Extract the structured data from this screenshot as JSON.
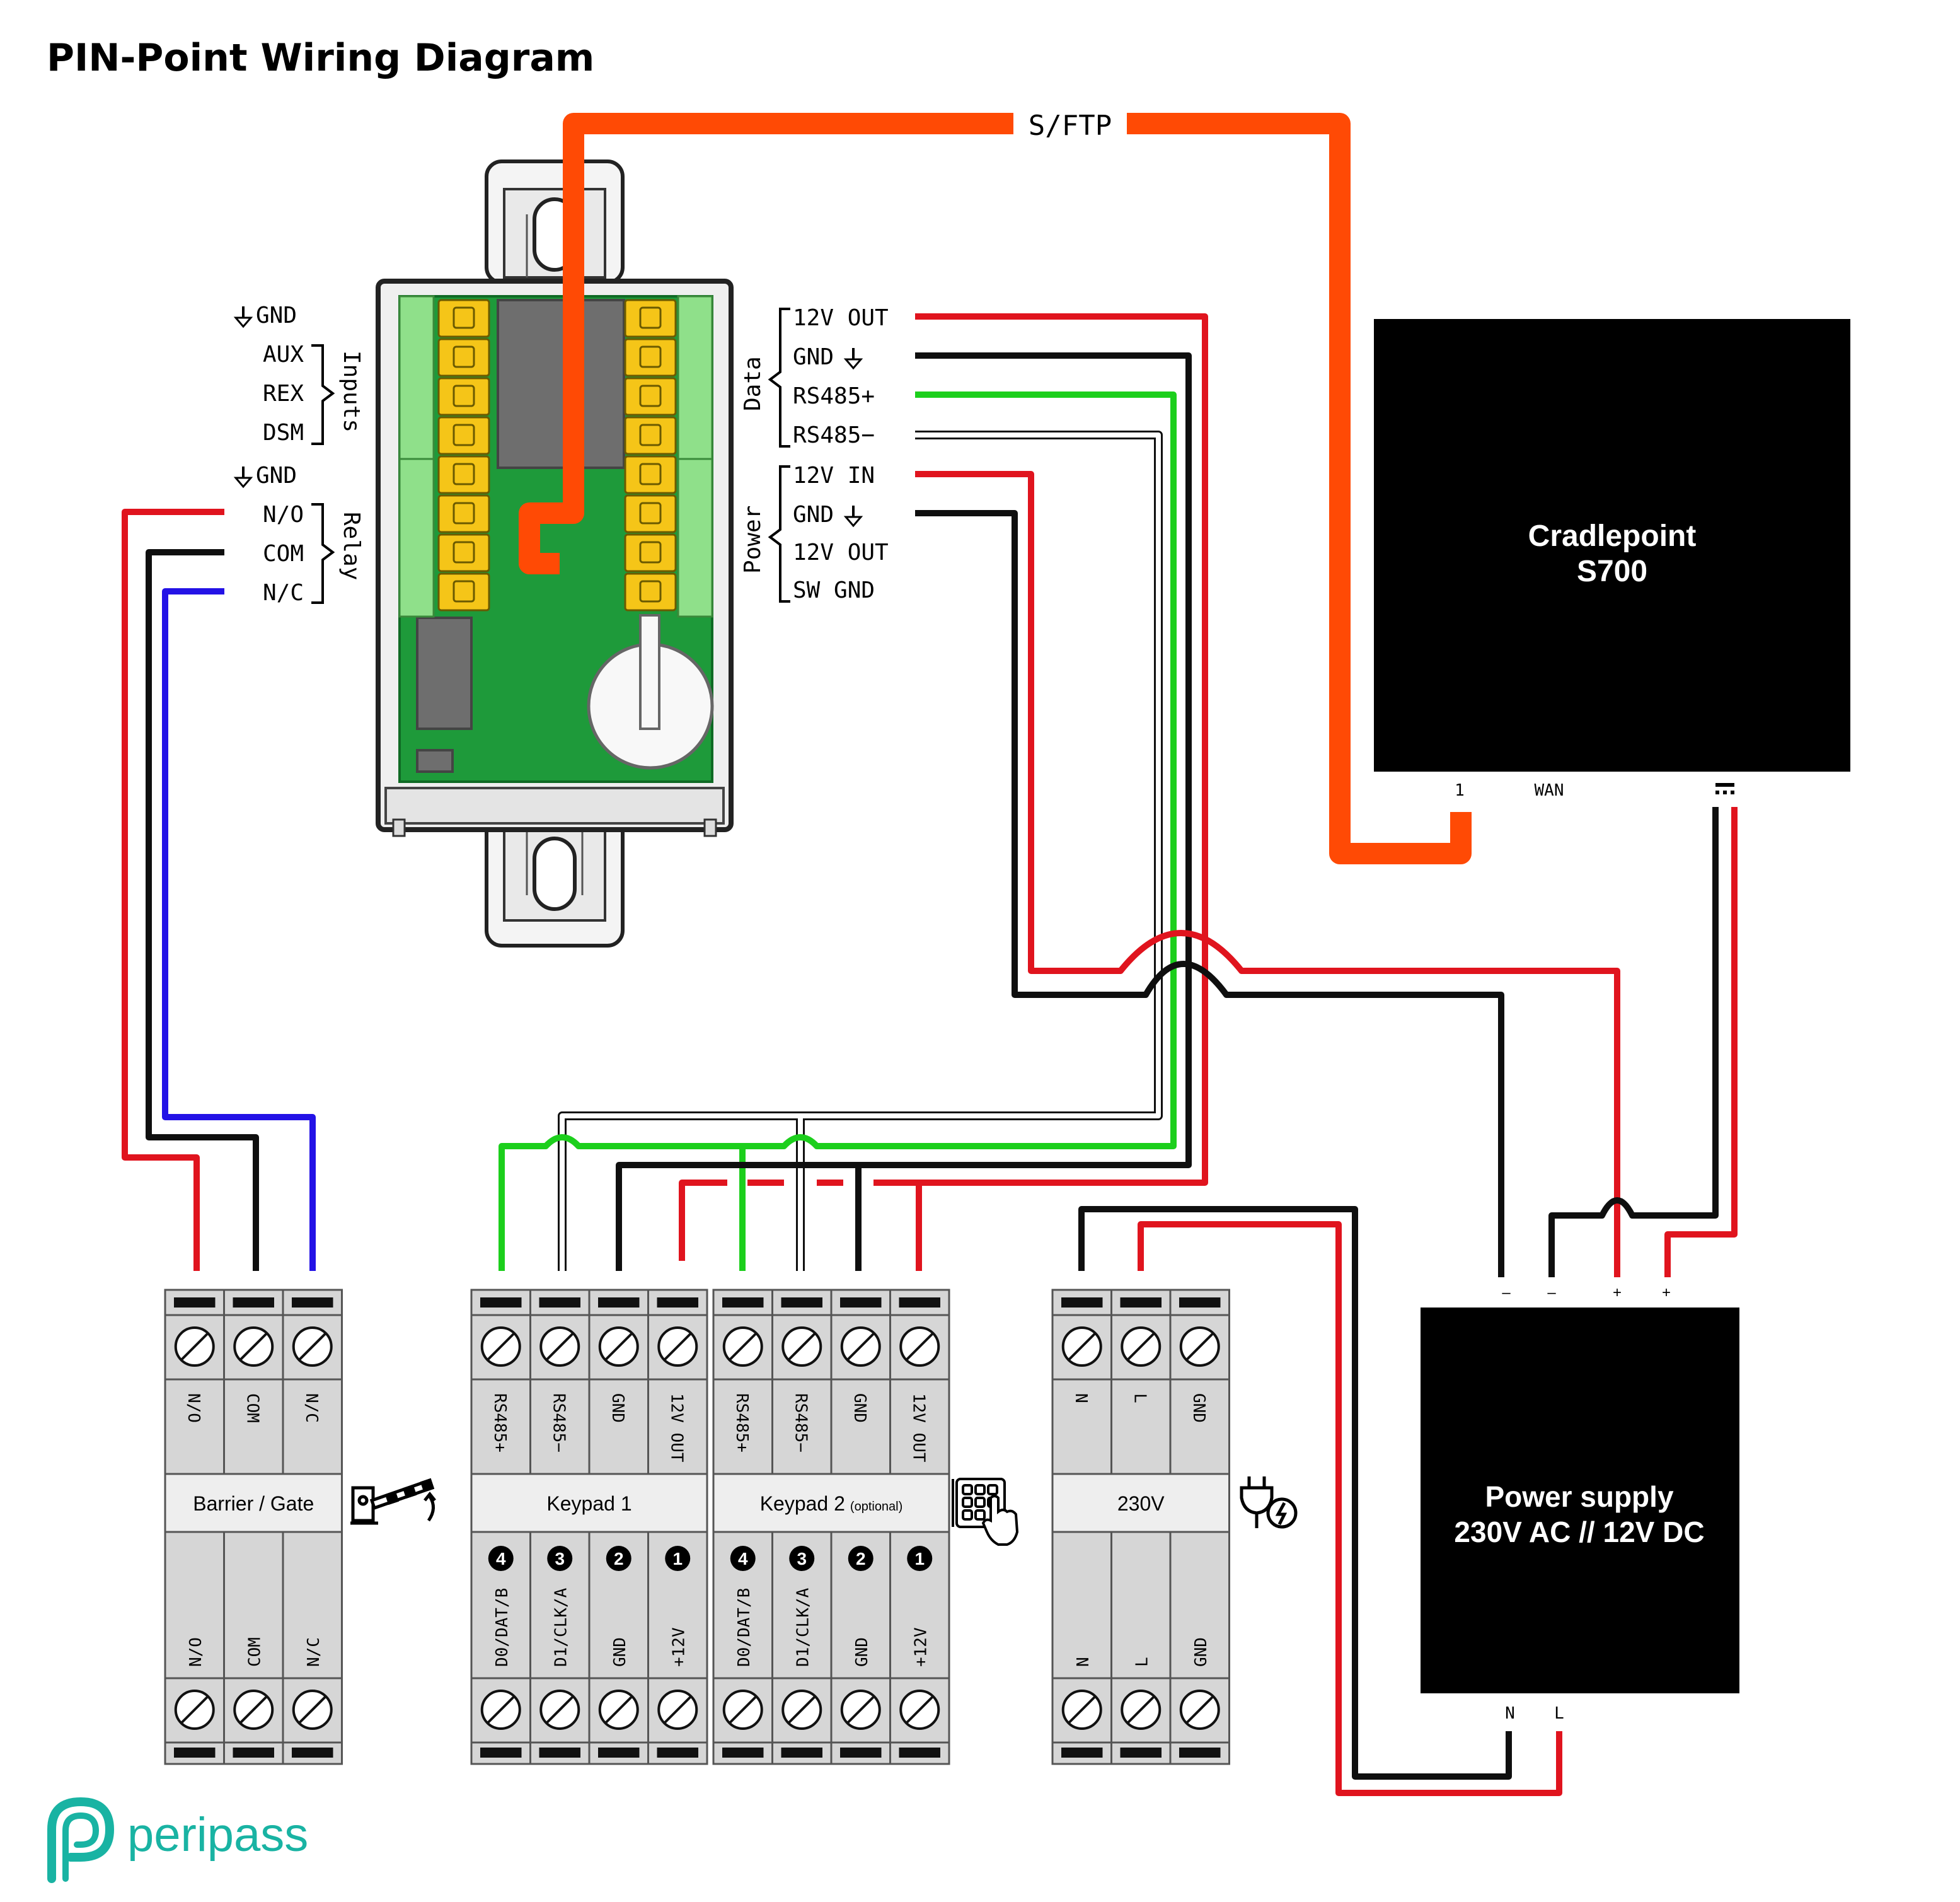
{
  "title": "PIN-Point Wiring Diagram",
  "cable_label": "S/FTP",
  "colors": {
    "ethernet": "#ff4a05",
    "red": "#e0141e",
    "black": "#0f0f0f",
    "blue": "#2312e6",
    "green": "#1ccf1c",
    "white_wire": "#ffffff",
    "pcb": "#1e9a3a",
    "terminal": "#f5c518",
    "header": "#8fe08a",
    "brand": "#19b3a3"
  },
  "pinpoint": {
    "left_labels": {
      "gnd1": "GND",
      "aux": "AUX",
      "rex": "REX",
      "dsm": "DSM",
      "gnd2": "GND",
      "no": "N/O",
      "com": "COM",
      "nc": "N/C"
    },
    "left_groups": {
      "inputs": "Inputs",
      "relay": "Relay"
    },
    "right_labels": {
      "out12_data": "12V OUT",
      "gnd_data": "GND",
      "rs485p": "RS485+",
      "rs485m": "RS485−",
      "in12": "12V IN",
      "gnd_power": "GND",
      "out12_power": "12V OUT",
      "swgnd": "SW GND"
    },
    "right_groups": {
      "data": "Data",
      "power": "Power"
    }
  },
  "router": {
    "name_line1": "Cradlepoint",
    "name_line2": "S700",
    "port_1": "1",
    "port_wan": "WAN"
  },
  "psu": {
    "name_line1": "Power supply",
    "name_line2": "230V AC // 12V DC",
    "terminals": [
      "–",
      "–",
      "+",
      "+"
    ],
    "input_n": "N",
    "input_l": "L"
  },
  "modules": {
    "barrier": {
      "label": "Barrier / Gate",
      "top_labels": [
        "N/O",
        "COM",
        "N/C"
      ],
      "bottom_labels": [
        "N/O",
        "COM",
        "N/C"
      ]
    },
    "keypad1": {
      "label": "Keypad 1",
      "top_labels": [
        "RS485+",
        "RS485−",
        "GND",
        "12V OUT"
      ],
      "bottom_labels": [
        "D0/DAT/B",
        "D1/CLK/A",
        "GND",
        "+12V"
      ],
      "badges": [
        "4",
        "3",
        "2",
        "1"
      ]
    },
    "keypad2": {
      "label": "Keypad 2",
      "label_suffix": "(optional)",
      "top_labels": [
        "RS485+",
        "RS485−",
        "GND",
        "12V OUT"
      ],
      "bottom_labels": [
        "D0/DAT/B",
        "D1/CLK/A",
        "GND",
        "+12V"
      ],
      "badges": [
        "4",
        "3",
        "2",
        "1"
      ]
    },
    "mains": {
      "label": "230V",
      "top_labels": [
        "N",
        "L",
        "GND"
      ],
      "bottom_labels": [
        "N",
        "L",
        "GND"
      ]
    }
  },
  "icons": {
    "barrier": "barrier-gate-icon",
    "keypad": "keypad-touch-icon",
    "power": "power-plug-icon",
    "logo": "peripass-logo-icon",
    "ground": "ground-icon"
  },
  "brand": {
    "name": "peripass"
  }
}
